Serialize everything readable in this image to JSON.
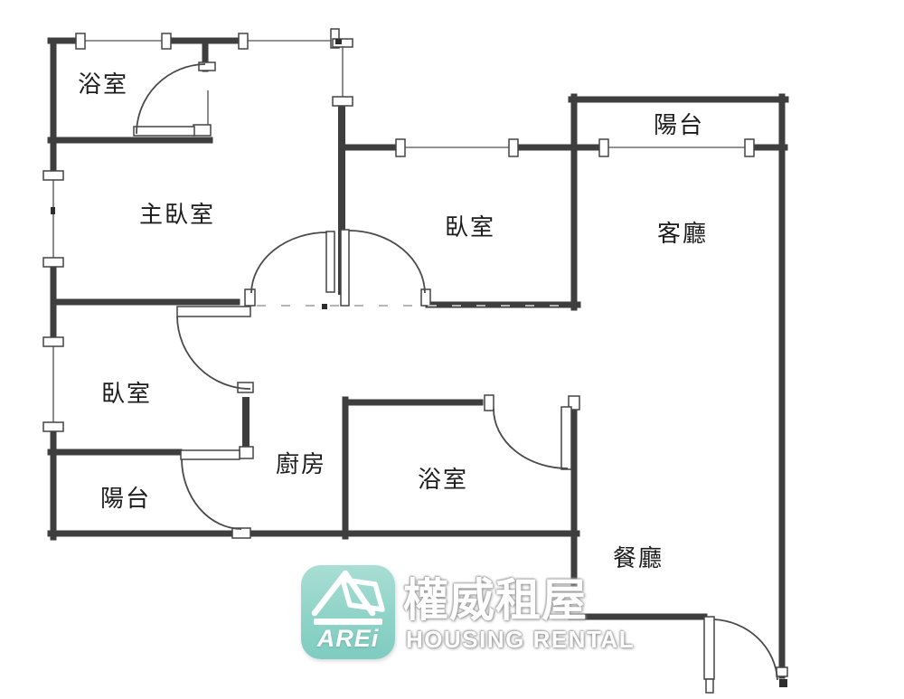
{
  "title": "apartment-floor-plan",
  "palette": {
    "wall": "#3e3e3e",
    "thin_line": "#6e6e6e",
    "door_arc": "#4a4a4a",
    "dashed_line": "#b5b5b5",
    "label_color": "#1c1c1c",
    "logo_teal": "#8fd3c8",
    "watermark_text": "#ffffff"
  },
  "rooms": [
    {
      "id": "bathroom-top",
      "label": "浴室"
    },
    {
      "id": "master-bedroom",
      "label": "主臥室"
    },
    {
      "id": "bedroom-middle",
      "label": "臥室"
    },
    {
      "id": "balcony-top",
      "label": "陽台"
    },
    {
      "id": "living-room",
      "label": "客廳"
    },
    {
      "id": "bedroom-lower",
      "label": "臥室"
    },
    {
      "id": "balcony-lower",
      "label": "陽台"
    },
    {
      "id": "kitchen",
      "label": "廚房"
    },
    {
      "id": "bathroom-lower",
      "label": "浴室"
    },
    {
      "id": "dining-room",
      "label": "餐廳"
    }
  ],
  "watermark": {
    "logo_text": "AREi",
    "brand_cjk": "權威租屋",
    "brand_en": "HOUSING RENTAL"
  }
}
